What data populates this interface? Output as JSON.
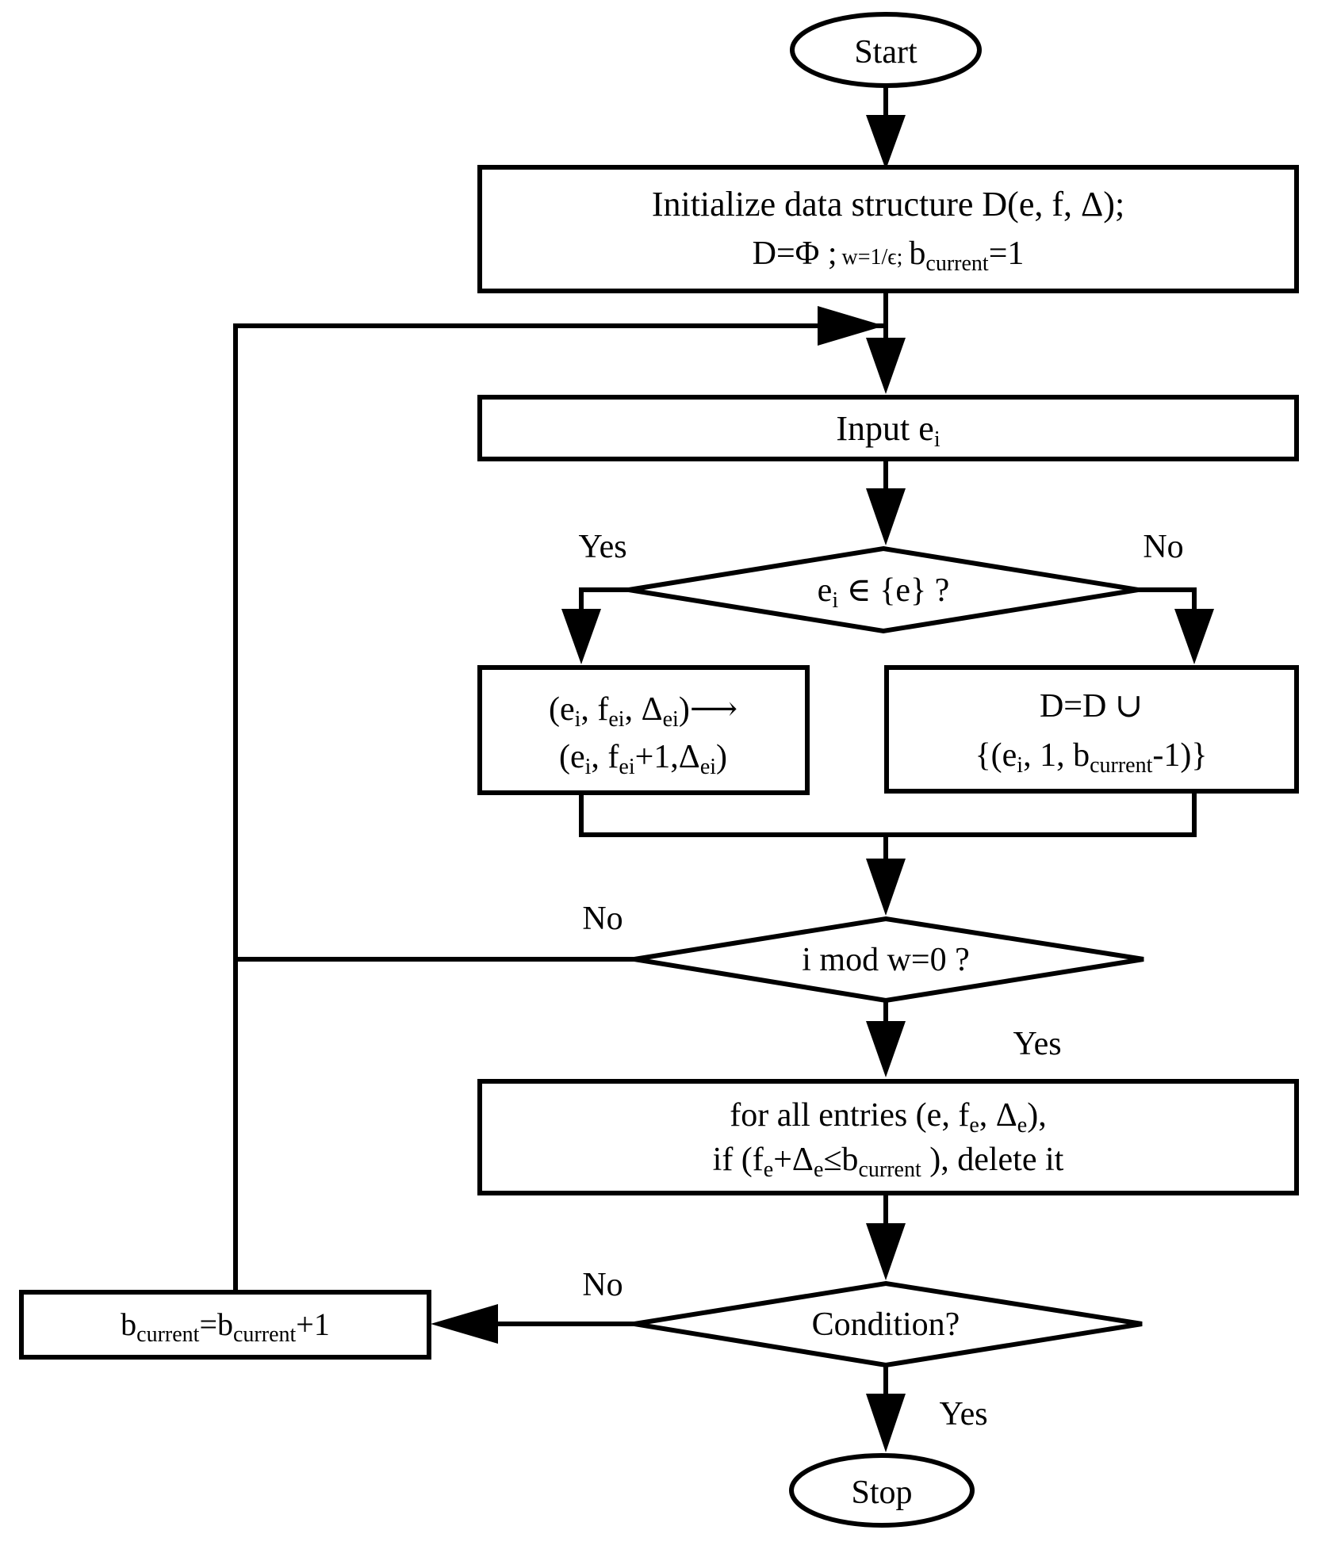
{
  "terminals": {
    "start": "Start",
    "stop": "Stop"
  },
  "init": {
    "line1": "Initialize data structure D(e, f, Δ);",
    "d_assign": "D=Φ ;",
    "w_assign": "w=1/ϵ;",
    "b_base": "b",
    "b_sub": "current",
    "b_tail": "=1"
  },
  "input": {
    "label": "Input e",
    "sub": "i"
  },
  "membership": {
    "e": "e",
    "e_sub": "i",
    "rest": " ∈ {e} ?",
    "yes": "Yes",
    "no": "No"
  },
  "update": {
    "l1_open": "(e",
    "l1_sub1": "i",
    "l1_mid1": ", f",
    "l1_sub2": "ei",
    "l1_mid2": ", Δ",
    "l1_sub3": "ei",
    "l1_close": ")⟶",
    "l2_open": "(e",
    "l2_sub1": "i",
    "l2_mid1": ", f",
    "l2_sub2": "ei",
    "l2_mid2": "+1,Δ",
    "l2_sub3": "ei",
    "l2_close": ")"
  },
  "insert": {
    "l1": "D=D ∪",
    "l2_open": "{(e",
    "l2_sub1": "i",
    "l2_mid": ", 1, b",
    "l2_sub2": "current",
    "l2_close": "-1)}"
  },
  "mod_check": {
    "label": "i mod w=0 ?",
    "no": "No",
    "yes": "Yes"
  },
  "prune": {
    "l1_a": "for all entries (e, f",
    "l1_sub1": "e",
    "l1_b": ", Δ",
    "l1_sub2": "e",
    "l1_c": "),",
    "l2_a": "if (f",
    "l2_sub1": "e",
    "l2_b": "+Δ",
    "l2_sub2": "e",
    "l2_c": "≤b",
    "l2_sub3": "current",
    "l2_d": " ), delete it"
  },
  "condition": {
    "label": "Condition?",
    "no": "No",
    "yes": "Yes"
  },
  "increment": {
    "b1": "b",
    "sub1": "current",
    "eq": "=b",
    "sub2": "current",
    "tail": "+1"
  }
}
